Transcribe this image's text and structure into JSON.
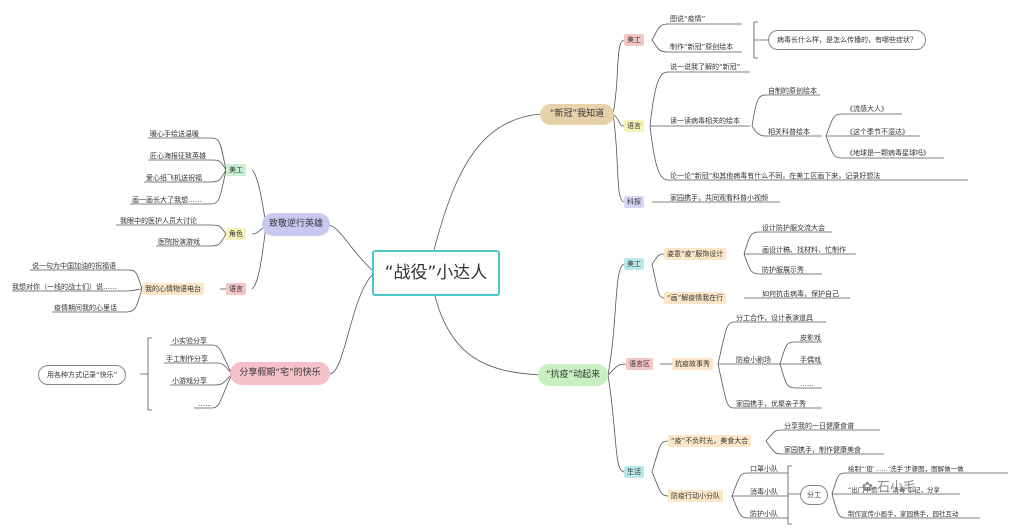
{
  "center": "“战役”小达人",
  "branches": {
    "new_corona": {
      "label": "“新冠”我知道",
      "art": {
        "tag": "美工",
        "items": [
          "图说“疫情”",
          "制作“新冠”原创绘本"
        ],
        "question": "病毒长什么样，是怎么传播的，有哪些症状？"
      },
      "language": {
        "tag": "语言",
        "talk": "说一说我了解的“新冠”",
        "read": "读一读病毒相关的绘本",
        "original": "自制的原创绘本",
        "science": "相关科普绘本",
        "books": [
          "《流感大人》",
          "《这个季节不湿达》",
          "《地球是一颗病毒星球吗》"
        ],
        "discuss": "论一论“新冠”和其他病毒有什么不同，在美工区画下来，记录好想法"
      },
      "science": {
        "tag": "科探",
        "text": "家园携手，共同观看科普小视频"
      }
    },
    "salute": {
      "label": "致敬逆行英雄",
      "art": {
        "tag": "美工",
        "items": [
          "暖心手绘送温暖",
          "匠心海报征致英雄",
          "爱心纸飞机送祝福",
          "画一画长大了我想……"
        ]
      },
      "role": {
        "tag": "角色",
        "items": [
          "我眼中的医护人员大讨论",
          "医院扮演游戏"
        ]
      },
      "language": {
        "tag": "语言",
        "radio": "我的心情物语电台",
        "items": [
          "说一句为中国加油的祝福语",
          "我想对你（一线的战士们）说……",
          "疫情期间我的心里话"
        ]
      }
    },
    "share": {
      "label": "分享假期“宅”的快乐",
      "record": "用各种方式记录“快乐”",
      "items": [
        "小实验分享",
        "手工制作分享",
        "小游戏分享",
        "……"
      ]
    },
    "fight": {
      "label": "“抗疫”动起来",
      "art": {
        "tag": "美工",
        "design": "姿意“疫”服饰设计",
        "design_items": [
          "设计防护服交流大会",
          "画设计稿、找材料、忙制作",
          "防护服展示秀"
        ],
        "lab": "“画”解疫情我在行",
        "lab_item": "如何抗击病毒，保护自己"
      },
      "lang": {
        "tag": "语言区",
        "story": "抗疫故事秀",
        "items": [
          "分工合作，设计表演道具",
          "防疫小剧场",
          "家园携手，优聚亲子秀"
        ],
        "theater": [
          "皮影戏",
          "手偶戏",
          "……"
        ]
      },
      "life": {
        "tag": "生活",
        "meal": "“疫”不负时光，美食大合",
        "meal_items": [
          "分享我的一日健康食谱",
          "家园携手，制作健康美食"
        ],
        "team": "防疫行动小分队",
        "teams": [
          "口罩小队",
          "消毒小队",
          "防护小队"
        ],
        "division": "分工",
        "division_items": [
          "绘制“‘疫’……‘洗手’步骤图，图解做一做",
          "“出门不慌……‘消毒’小记，分享",
          "制作宣传小画手，家园携手，园社互动"
        ]
      }
    }
  },
  "watermark": "石小毛"
}
